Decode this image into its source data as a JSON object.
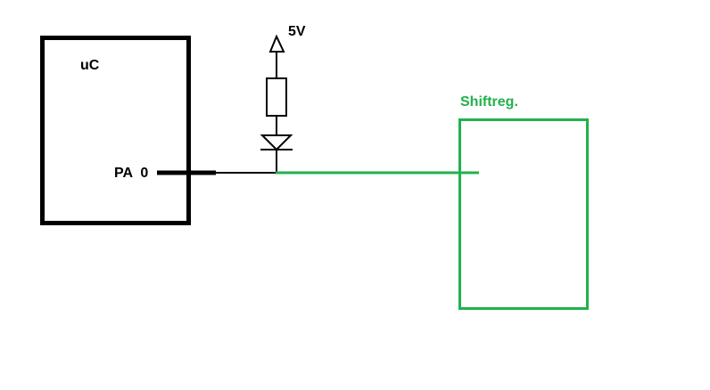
{
  "diagram": {
    "microcontroller": {
      "label": "uC",
      "pin_label": "PA  0",
      "color": "#000000"
    },
    "supply": {
      "label": "5V",
      "color": "#000000"
    },
    "shift_register": {
      "label": "Shiftreg.",
      "color": "#22b14c"
    }
  }
}
